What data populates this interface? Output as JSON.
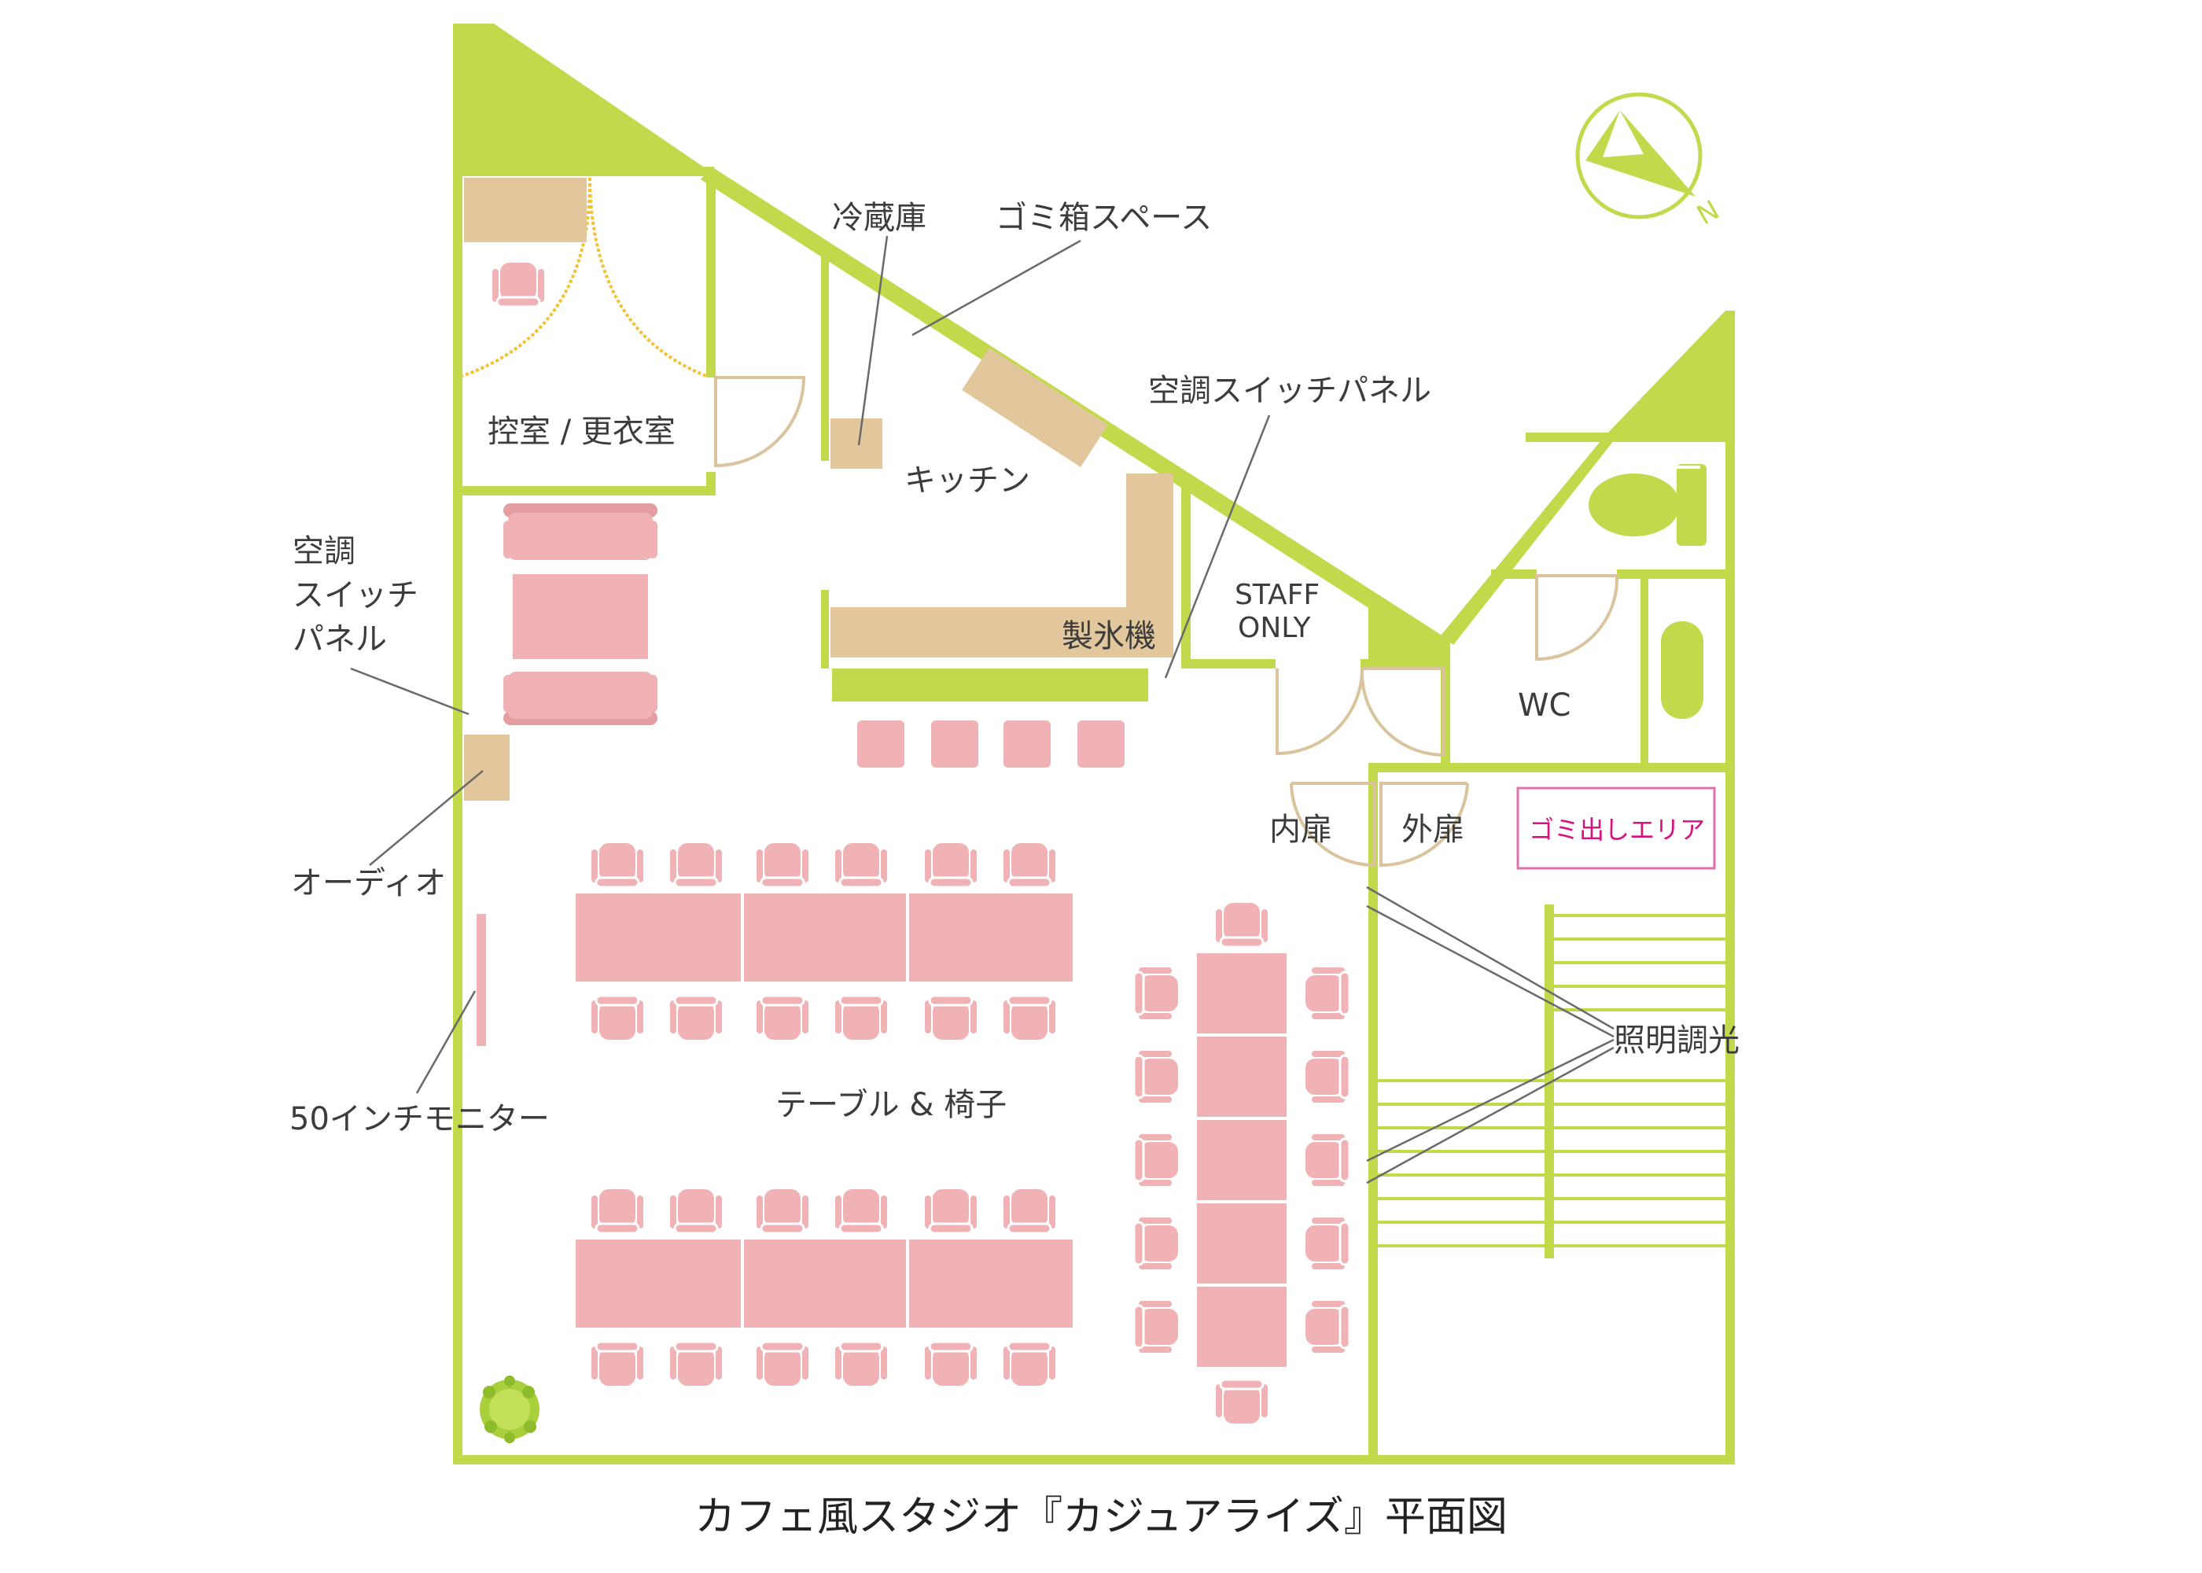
{
  "title": "カフェ風スタジオ『カジュアライズ』平面図",
  "labels": {
    "hikaeshitsu": "控室 / 更衣室",
    "reizouko": "冷蔵庫",
    "gomibako": "ゴミ箱スペース",
    "kitchen": "キッチン",
    "kucho_switch_right": "空調スイッチパネル",
    "seihyouki": "製氷機",
    "staff_only_1": "STAFF",
    "staff_only_2": "ONLY",
    "wc": "WC",
    "uchitobira": "内扉",
    "sototobira": "外扉",
    "gomidashi": "ゴミ出しエリア",
    "kucho_left_1": "空調",
    "kucho_left_2": "スイッチ",
    "kucho_left_3": "パネル",
    "audio": "オーディオ",
    "monitor": "50インチモニター",
    "tables": "テーブル & 椅子",
    "shoumei": "照明調光"
  },
  "compass": {
    "letter": "N"
  },
  "colors": {
    "wall": "#c2d94c",
    "furniture": "#e2c79c",
    "seating": "#f0b2b5",
    "door": "#d9c49e",
    "text": "#3c3c3c",
    "accent": "#d6137d"
  }
}
